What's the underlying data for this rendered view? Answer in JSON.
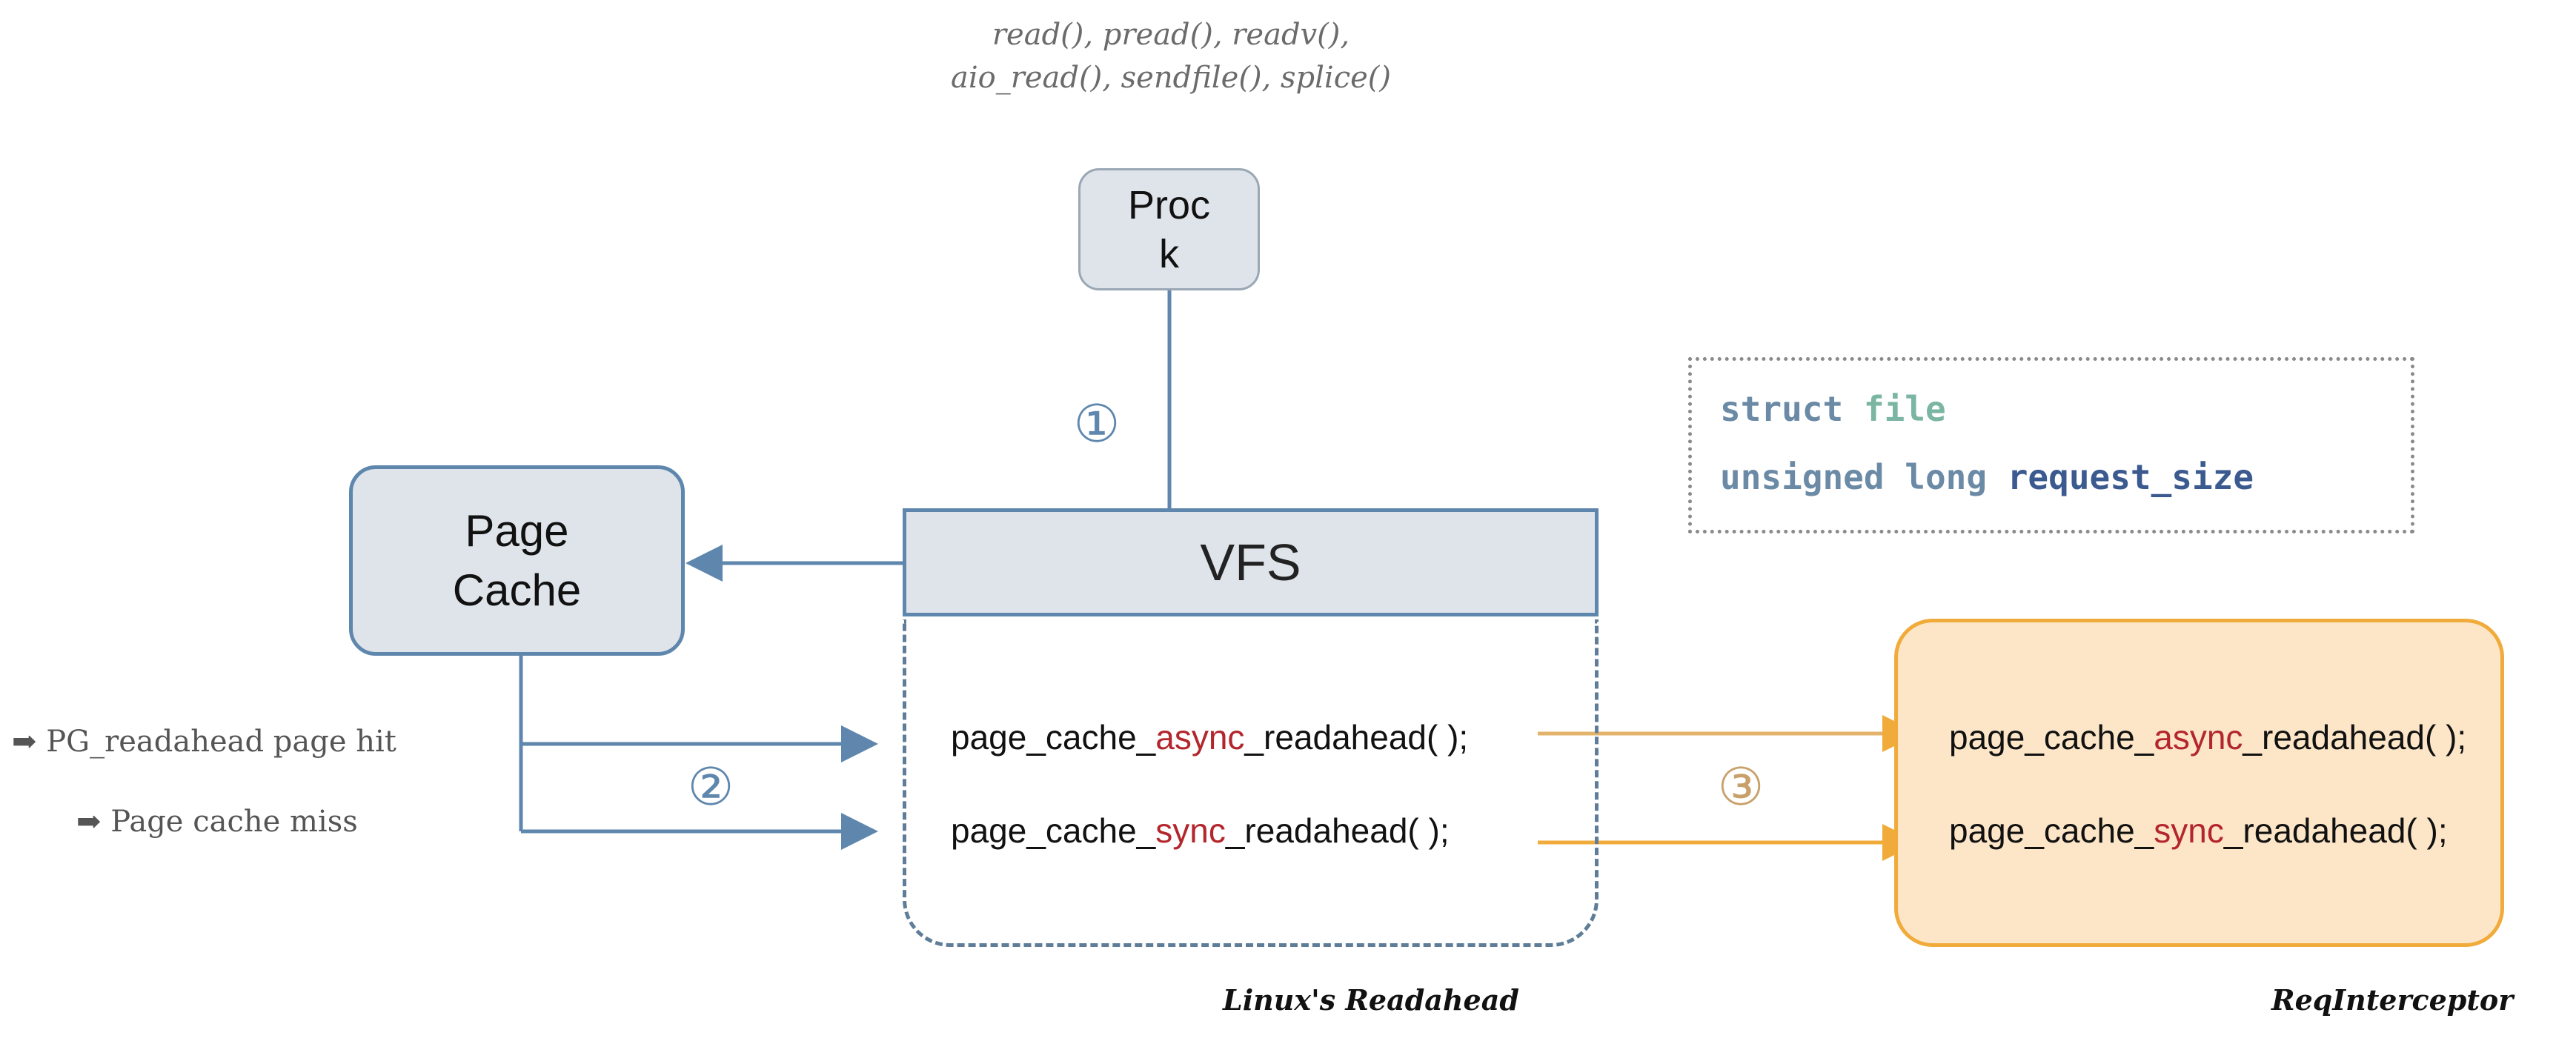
{
  "syscalls": {
    "line1": "read(), pread(), readv(),",
    "line2": "aio_read(), sendfile(), splice()"
  },
  "nodes": {
    "proc": {
      "line1": "Proc",
      "line2": "k"
    },
    "page_cache": {
      "line1": "Page",
      "line2": "Cache"
    },
    "vfs": "VFS"
  },
  "struct_box": {
    "line1": {
      "keyword": "struct",
      "type": "file"
    },
    "line2": {
      "keyword": "unsigned long",
      "name": "request_size"
    }
  },
  "steps": {
    "one": "①",
    "two": "②",
    "three": "③"
  },
  "legend": {
    "bullet": "➡",
    "hit": "PG_readahead page hit",
    "miss": "Page cache miss"
  },
  "functions": {
    "async": {
      "prefix": "page_cache_",
      "mode": "async",
      "suffix": "_readahead( );"
    },
    "sync": {
      "prefix": "page_cache_",
      "mode": "sync",
      "suffix": "_readahead( );"
    }
  },
  "captions": {
    "linux": "Linux's Readahead",
    "req": "ReqInterceptor"
  },
  "colors": {
    "box_fill": "#dfe4ea",
    "blue_arrow": "#5f87ad",
    "orange_arrow": "#f0ab3a",
    "highlight": "#b3262c",
    "req_fill": "#fde6c8"
  }
}
